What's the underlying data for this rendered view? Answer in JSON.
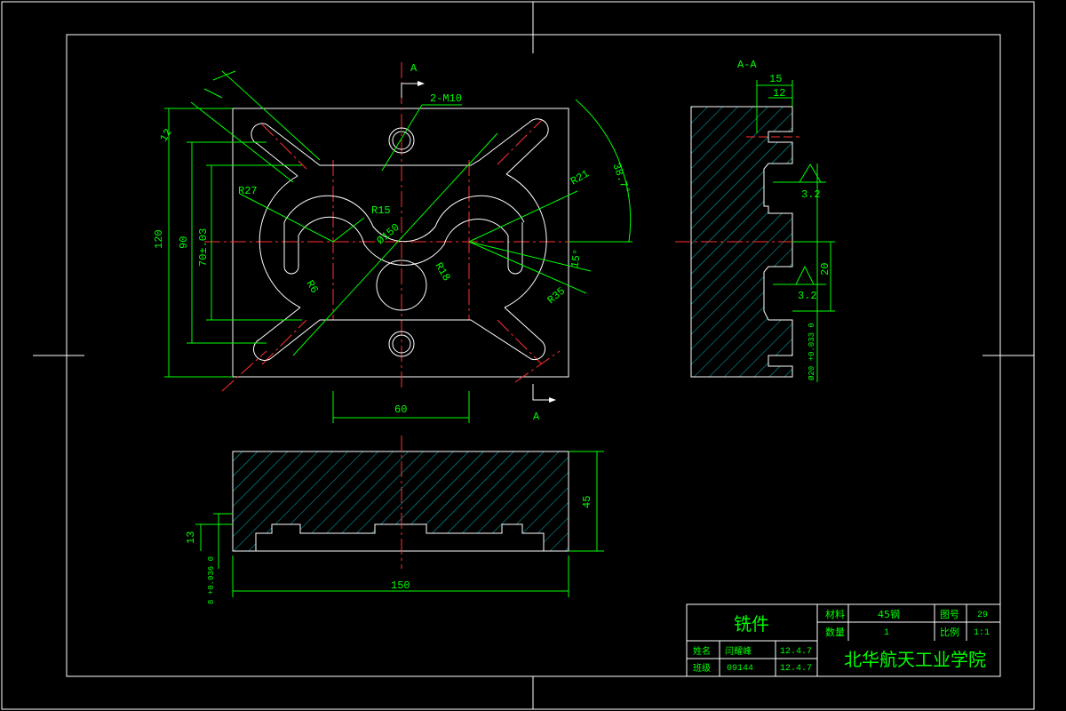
{
  "section": {
    "label_top": "A",
    "label_bottom": "A",
    "view_title": "A-A"
  },
  "dimensions": {
    "thread": "2-M10",
    "angle_38": "38.7°",
    "r21": "R21",
    "r27": "R27",
    "r15": "R15",
    "dia150": "Ø150",
    "r18": "R18",
    "r6": "R6",
    "r35": "R35",
    "angle_15": "15°",
    "w12": "12",
    "h120": "120",
    "h90": "90",
    "h70": "70±.03",
    "w60": "60",
    "w150": "150",
    "h45": "45",
    "h13": "13",
    "tol8": "8 +0.036 0",
    "side_15": "15",
    "side_12": "12",
    "side_20": "20",
    "side_tol": "Ø20 +0.033 0",
    "rough1": "3.2",
    "rough2": "3.2"
  },
  "title_block": {
    "part_name": "铣件",
    "material_label": "材料",
    "material_value": "45钢",
    "drawing_no_label": "图号",
    "drawing_no_value": "29",
    "qty_label": "数量",
    "qty_value": "1",
    "scale_label": "比例",
    "scale_value": "1:1",
    "name_label": "姓名",
    "name_value": "闫耀峰",
    "date1": "12.4.7",
    "id_label": "班级",
    "id_value": "09144",
    "date2": "12.4.7",
    "school": "北华航天工业学院"
  }
}
